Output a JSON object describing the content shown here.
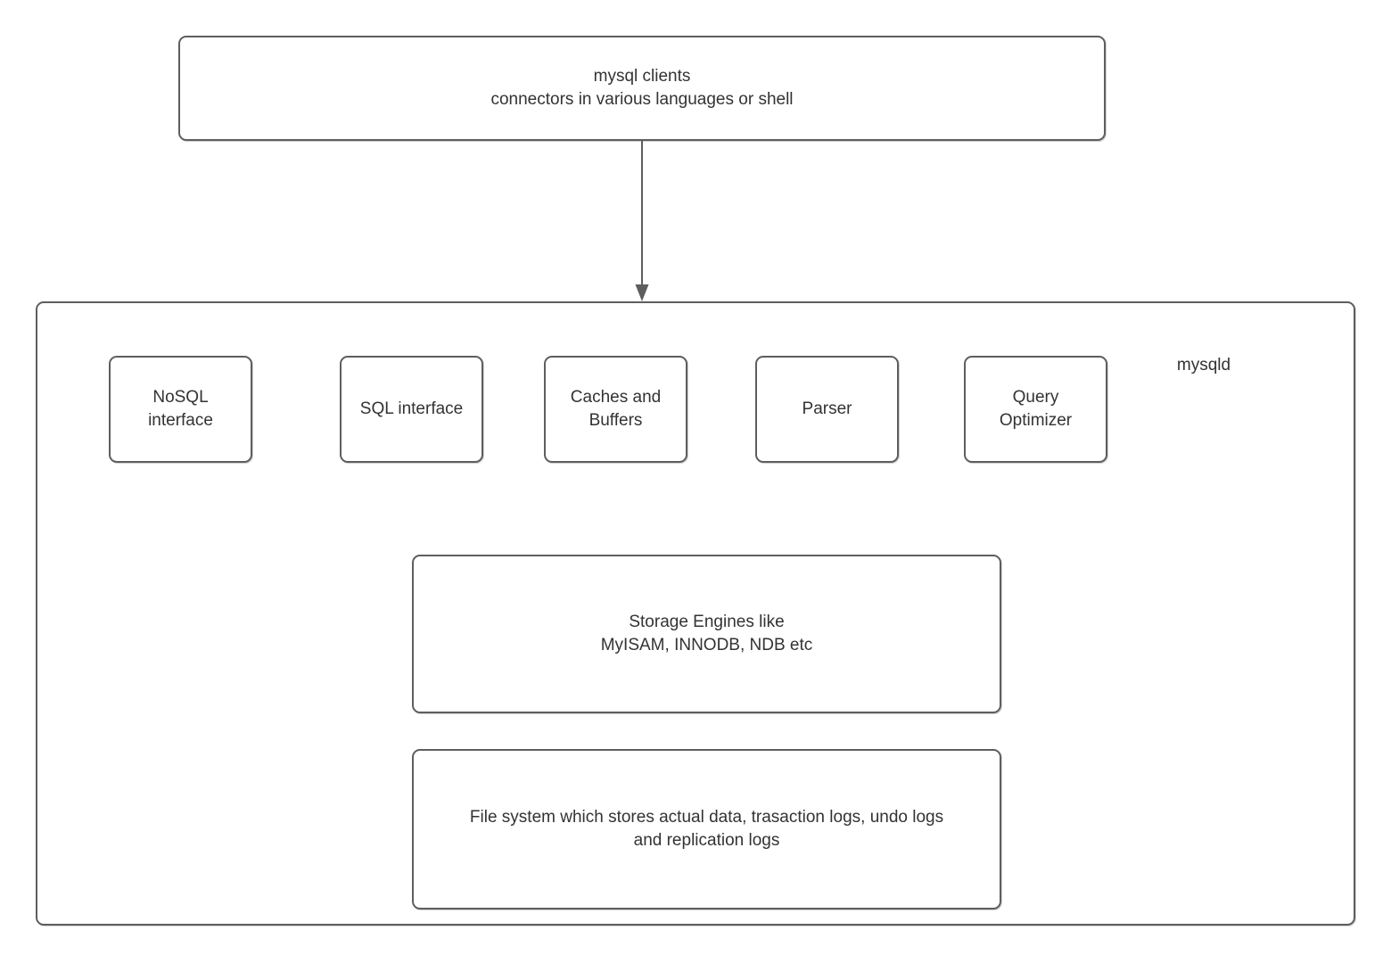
{
  "colors": {
    "background": "#ffffff",
    "shape_border": "#5e5e5e",
    "text": "#333333"
  },
  "diagram": {
    "client_box": {
      "label": "mysql clients\nconnectors in various languages or shell"
    },
    "connector": {
      "direction": "down",
      "from": "mysql clients",
      "to": "mysqld"
    },
    "mysqld_container": {
      "label": "mysqld"
    },
    "components": [
      {
        "label": "NoSQL\ninterface"
      },
      {
        "label": "SQL interface"
      },
      {
        "label": "Caches and\nBuffers"
      },
      {
        "label": "Parser"
      },
      {
        "label": "Query\nOptimizer"
      }
    ],
    "storage_box": {
      "label": "Storage Engines like\nMyISAM, INNODB, NDB etc"
    },
    "filesystem_box": {
      "label": "File system which stores actual data, trasaction logs, undo logs\nand replication logs"
    }
  }
}
